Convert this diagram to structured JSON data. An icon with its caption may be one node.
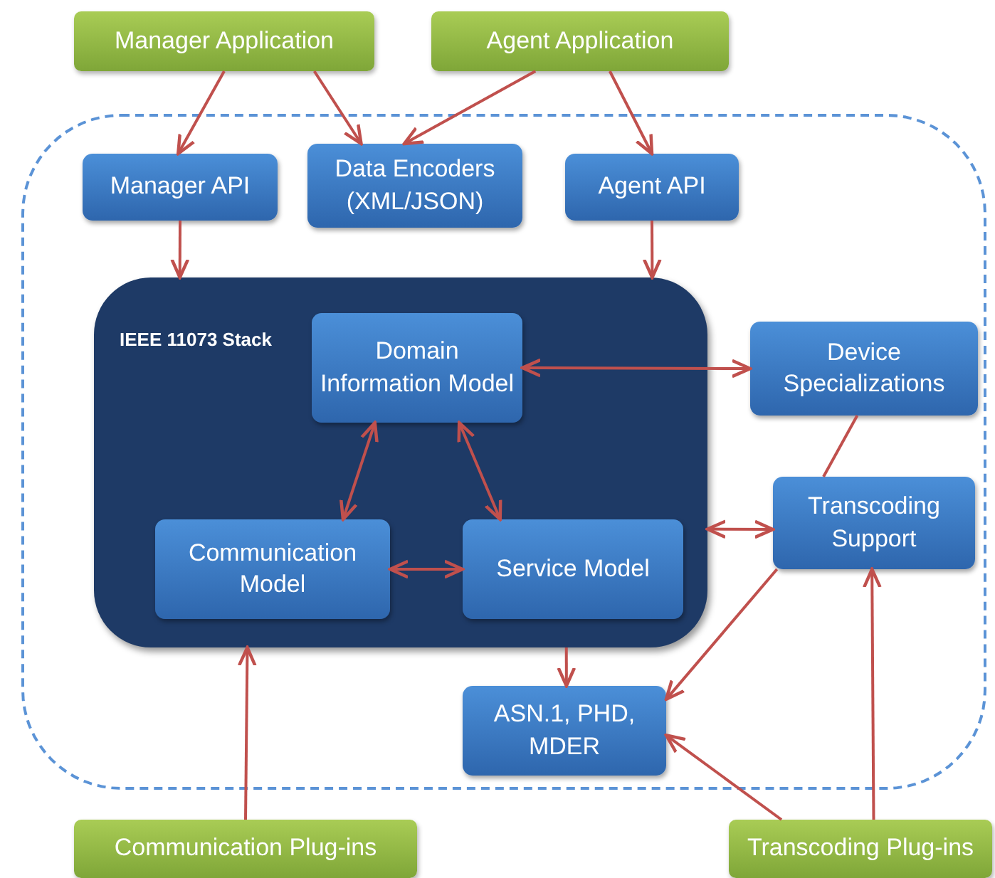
{
  "diagram": {
    "nodes": [
      {
        "text": [
          "Manager Application"
        ]
      },
      {
        "text": [
          "Agent Application"
        ]
      },
      {
        "text": [],
        "shape": "box"
      },
      {
        "text": [
          "Manager API"
        ],
        "in": 2
      },
      {
        "text": [
          "Data Encoders (XML/JSON)"
        ],
        "in": 2
      },
      {
        "text": [
          "Agent API"
        ],
        "in": 2
      },
      {
        "text": [
          "IEEE 11073 Stack"
        ],
        "in": 2
      },
      {
        "text": [
          "Domain Information Model"
        ],
        "in": 6
      },
      {
        "text": [
          "Communication Model"
        ],
        "in": 6
      },
      {
        "text": [
          "Service Model"
        ],
        "in": 6
      },
      {
        "text": [
          "Device Specializations"
        ],
        "in": 2
      },
      {
        "text": [
          "Transcoding Support"
        ],
        "in": 2
      },
      {
        "text": [
          "ASN.1, PHD, MDER"
        ],
        "in": 2
      },
      {
        "text": [
          "Communication Plug-ins"
        ]
      },
      {
        "text": [
          "Transcoding Plug-ins"
        ]
      }
    ],
    "edges": [
      {
        "from": 0,
        "to": 3,
        "arrow": "to"
      },
      {
        "from": 0,
        "to": 4,
        "arrow": "to"
      },
      {
        "from": 1,
        "to": 4,
        "arrow": "to"
      },
      {
        "from": 1,
        "to": 5,
        "arrow": "to"
      },
      {
        "from": 3,
        "to": 6,
        "arrow": "to"
      },
      {
        "from": 5,
        "to": 6,
        "arrow": "to"
      },
      {
        "from": 7,
        "to": 10,
        "arrow": "both"
      },
      {
        "from": 7,
        "to": 8,
        "arrow": "both"
      },
      {
        "from": 7,
        "to": 9,
        "arrow": "both"
      },
      {
        "from": 8,
        "to": 9,
        "arrow": "both"
      },
      {
        "from": 10,
        "to": 11,
        "arrow": "none"
      },
      {
        "from": 6,
        "to": 11,
        "arrow": "both"
      },
      {
        "from": 6,
        "to": 12,
        "arrow": "to"
      },
      {
        "from": 11,
        "to": 12,
        "arrow": "to"
      },
      {
        "from": 14,
        "to": 12,
        "arrow": "to"
      },
      {
        "from": 14,
        "to": 11,
        "arrow": "to"
      },
      {
        "from": 13,
        "to": 6,
        "arrow": "to"
      }
    ]
  }
}
